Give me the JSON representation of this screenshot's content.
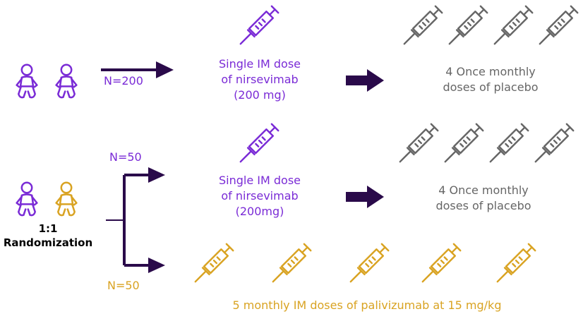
{
  "colors": {
    "purple": "#7a2bd6",
    "dark_arrow": "#2a0a4a",
    "gray": "#666666",
    "gold": "#d9a322"
  },
  "icons": {
    "baby": "baby-icon",
    "syringe": "syringe-icon"
  },
  "cohort_top": {
    "n_label": "N=200",
    "treatment_line1": "Single IM dose",
    "treatment_line2": "of nirsevimab",
    "treatment_line3": "(200 mg)",
    "followup_line1": "4 Once monthly",
    "followup_line2": "doses of placebo"
  },
  "cohort_bottom": {
    "randomization_line1": "1:1",
    "randomization_line2": "Randomization",
    "arm_a": {
      "n_label": "N=50",
      "treatment_line1": "Single IM dose",
      "treatment_line2": "of nirsevimab",
      "treatment_line3": "(200mg)",
      "followup_line1": "4 Once monthly",
      "followup_line2": "doses of placebo"
    },
    "arm_b": {
      "n_label": "N=50",
      "treatment_label": "5 monthly IM doses of palivizumab at 15 mg/kg"
    }
  }
}
